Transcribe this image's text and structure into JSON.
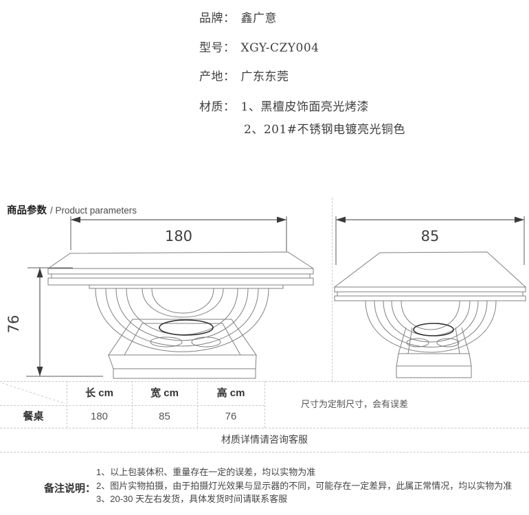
{
  "specs": {
    "rows": [
      {
        "label": "品牌：",
        "value": "鑫广意"
      },
      {
        "label": "型号：",
        "value": "XGY-CZY004"
      },
      {
        "label": "产地：",
        "value": "广东东莞"
      },
      {
        "label": "材质：",
        "value": "1、黑檀皮饰面亮光烤漆"
      },
      {
        "label": "",
        "value": "2、201#不锈钢电镀亮光铜色"
      }
    ]
  },
  "section_header": {
    "title_zh": "商品参数",
    "title_en": "/ Product parameters"
  },
  "diagram": {
    "front_view": {
      "width_label": "180",
      "height_label": "76"
    },
    "side_view": {
      "depth_label": "85"
    }
  },
  "size_table": {
    "columns": [
      "长 cm",
      "宽 cm",
      "高 cm"
    ],
    "row": {
      "name": "餐桌",
      "length": "180",
      "width": "85",
      "height": "76"
    },
    "note": "尺寸为定制尺寸，会有误差",
    "footer": "材质详情请咨询客服"
  },
  "remarks": {
    "label": "备注说明：",
    "lines": [
      "1、以上包装体积、重量存在一定的误差，均以实物为准",
      "2、图片实物拍摄，由于拍摄灯光效果与显示器的不同，可能存在一定差异，此属正常情况，均以实物为准",
      "3、20-30 天左右发货，具体发货时间请联系客服"
    ]
  },
  "colors": {
    "text": "#3e3e3e",
    "dashed_line": "#c9c9c9",
    "drawing_stroke": "#7f7f7f"
  }
}
